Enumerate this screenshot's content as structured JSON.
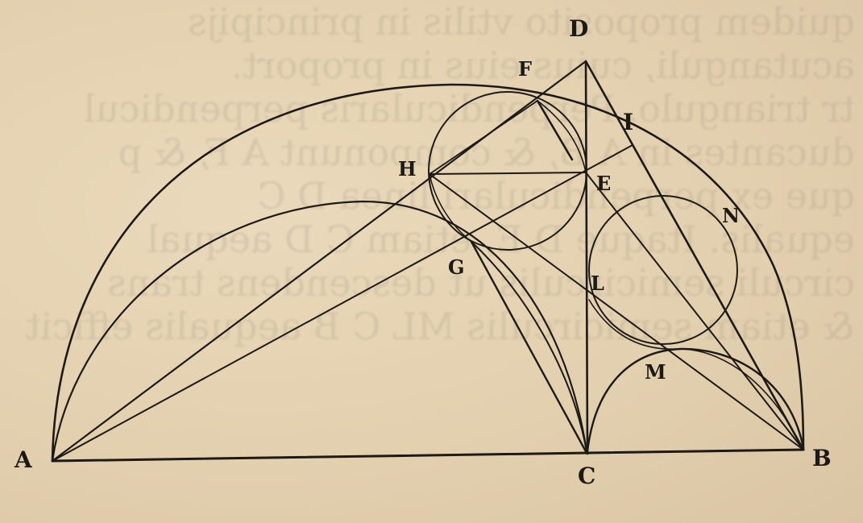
{
  "figure": {
    "description": "Geometric construction: semicircle on AB with inscribed arcs, circles and chords",
    "ink_color": "#1d1a15",
    "paper_color": "#e6d3b4",
    "points": {
      "A": "A",
      "B": "B",
      "C": "C",
      "D": "D",
      "E": "E",
      "F": "F",
      "G": "G",
      "H": "H",
      "I": "I",
      "L": "L",
      "M": "M",
      "N": "N"
    }
  },
  "bleed_through_text": [
    "quidem proposito vtilis in principijs",
    "acutanguli, cuius eius in proport.",
    "tr triangulo. Perpendicularis perpendicul",
    "ducantes in A B, & componunt A F, & p",
    "que ex perpendiculari linea D C",
    "equalis. Itaque D E, etiam C D aequal",
    "circuli semicirculis ut descendens trans",
    "& etiam semicirculis ML C B aequalis efficit"
  ]
}
